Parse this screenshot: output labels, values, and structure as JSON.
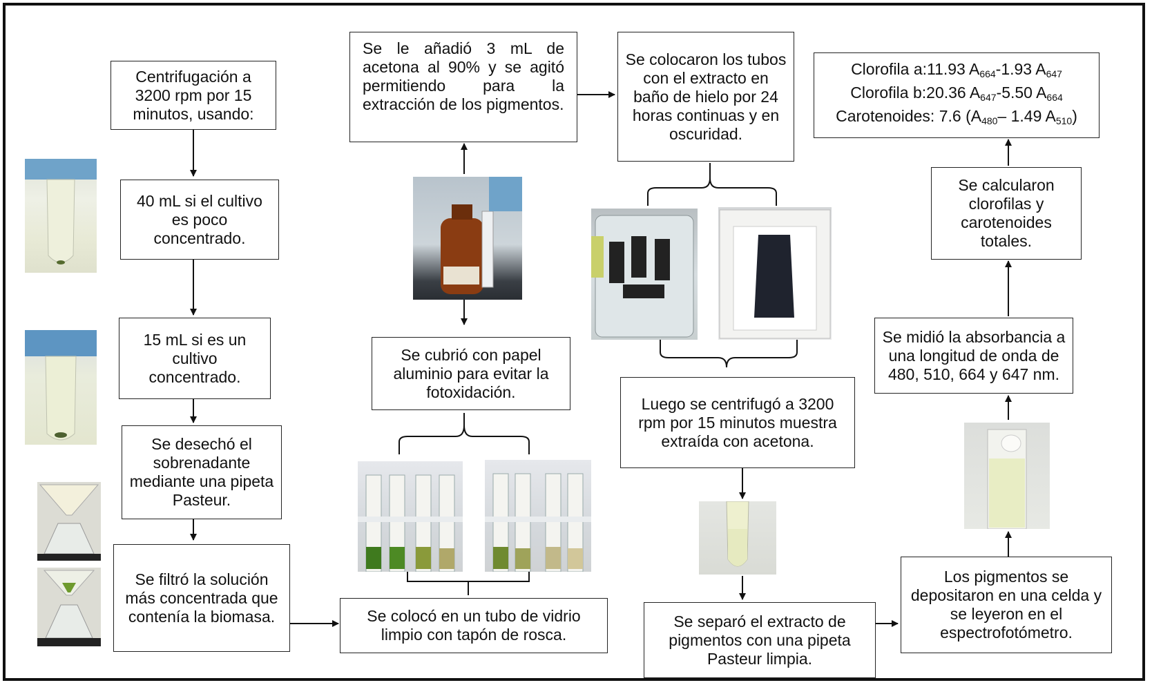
{
  "steps": {
    "centrifuge": "Centrifugación a 3200 rpm por 15 minutos, usando:",
    "vol40": "40 mL si el cultivo es poco concentrado.",
    "vol15": "15 mL si es un cultivo concentrado.",
    "discard": "Se desechó el sobrenadante mediante una pipeta Pasteur.",
    "filter": "Se filtró la solución más concentrada que contenía la biomasa.",
    "glass_tube": "Se colocó en un tubo de vidrio limpio con tapón de rosca.",
    "foil": "Se cubrió con papel aluminio para evitar la fotoxidación.",
    "acetone": "Se le añadió 3 mL de acetona al 90% y se agitó permitiendo para la extracción de los pigmentos.",
    "ice_bath": "Se colocaron los tubos con el extracto en baño de hielo por 24 horas continuas y en oscuridad.",
    "centrifuge2": "Luego se centrifugó a 3200 rpm por 15 minutos muestra extraída con acetona.",
    "separate": "Se separó el extracto de pigmentos con una pipeta Pasteur limpia.",
    "cell": "Los pigmentos se depositaron en una celda y se leyeron en el espectrofotómetro.",
    "absorbance": "Se midió la absorbancia a una longitud de onda de 480, 510, 664 y 647 nm.",
    "calc": "Se calcularon clorofilas y carotenoides totales."
  },
  "formulas": {
    "chl_a": {
      "label": "Clorofila a:11.93 A",
      "s1": "664",
      "mid": "-1.93 A",
      "s2": "647",
      "end": ""
    },
    "chl_b": {
      "label": "Clorofila b:20.36 A",
      "s1": "647",
      "mid": "-5.50 A",
      "s2": "664",
      "end": ""
    },
    "carot": {
      "label": "Carotenoides: 7.6 (A",
      "s1": "480",
      "mid": "– 1.49 A",
      "s2": "510",
      "end": ")"
    }
  },
  "colors": {
    "border": "#111111",
    "box_border": "#222222"
  }
}
